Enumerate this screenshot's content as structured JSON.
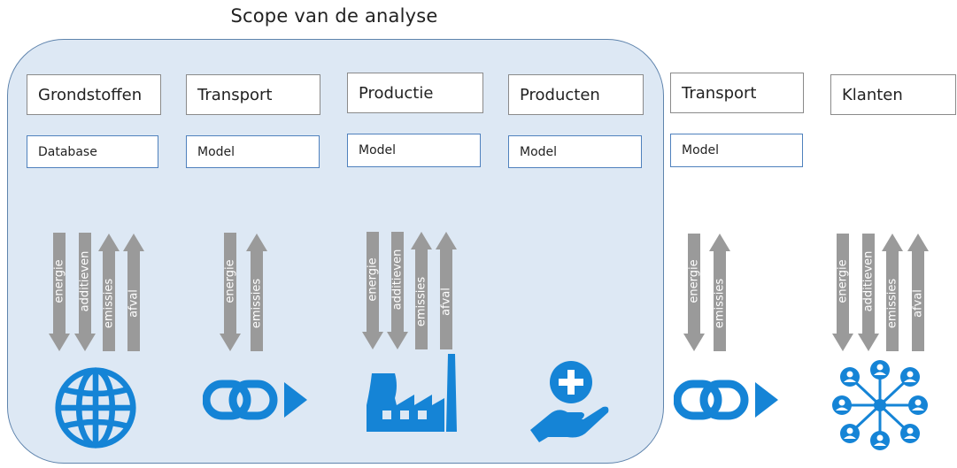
{
  "diagram": {
    "scope_title": "Scope van de analyse",
    "stages": [
      {
        "label": "Grondstoffen",
        "tool": "Database",
        "flows": [
          "energie",
          "additieven",
          "emissies",
          "afval"
        ],
        "icon": "globe-icon"
      },
      {
        "label": "Transport",
        "tool": "Model",
        "flows": [
          "energie",
          "emissies"
        ],
        "icon": "chain-link-arrow-icon"
      },
      {
        "label": "Productie",
        "tool": "Model",
        "flows": [
          "energie",
          "additieven",
          "emissies",
          "afval"
        ],
        "icon": "factory-icon"
      },
      {
        "label": "Producten",
        "tool": "Model",
        "flows": [],
        "icon": "hand-plus-icon"
      },
      {
        "label": "Transport",
        "tool": "Model",
        "flows": [
          "energie",
          "emissies"
        ],
        "icon": "chain-link-arrow-icon"
      },
      {
        "label": "Klanten",
        "tool": "",
        "flows": [
          "energie",
          "additieven",
          "emissies",
          "afval"
        ],
        "icon": "customer-network-icon"
      }
    ],
    "flow_directions": {
      "energie": "down",
      "additieven": "down",
      "emissies": "up",
      "afval": "up"
    },
    "colors": {
      "scope_fill": "#dde8f4",
      "scope_border": "#5f84ad",
      "arrow": "#9a9a9a",
      "icon": "#1584d6",
      "tool_border": "#4f81bd",
      "stage_border": "#8a8a8a"
    }
  }
}
